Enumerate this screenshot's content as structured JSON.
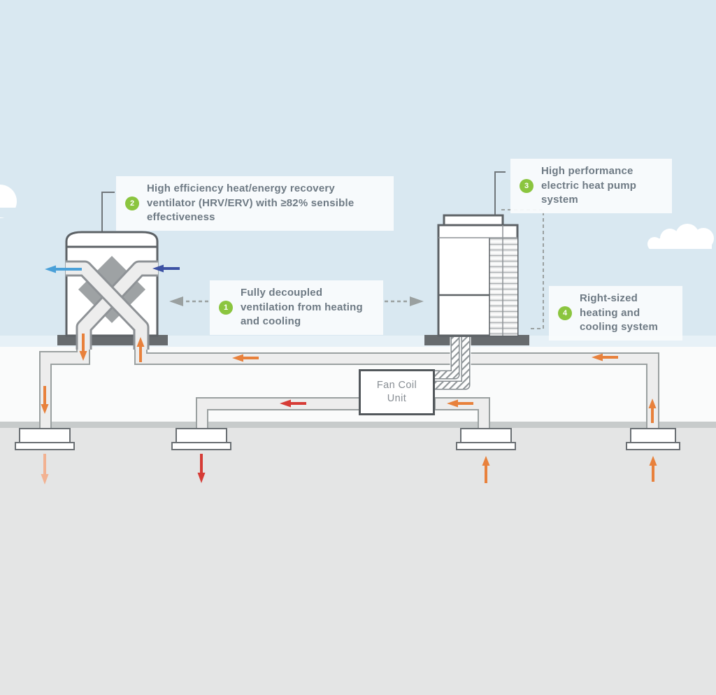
{
  "callouts": [
    {
      "number": "1",
      "text": "Fully decoupled ventilation from heating and cooling"
    },
    {
      "number": "2",
      "text": "High efficiency heat/energy recovery ventilator (HRV/ERV) with ≥82% sensible effectiveness"
    },
    {
      "number": "3",
      "text": "High performance electric heat pump system"
    },
    {
      "number": "4",
      "text": "Right-sized heating and cooling system"
    }
  ],
  "equipment": {
    "fan_coil_unit": "Fan Coil Unit"
  },
  "colors": {
    "sky": "#d9e8f1",
    "roof_band": "#fafbfb",
    "ceiling_band": "#c7cbcb",
    "room": "#e4e5e5",
    "duct_fill": "#ededed",
    "duct_outline": "#9aa0a0",
    "equipment_outline": "#5d6266",
    "base_slab": "#676b6e",
    "exchanger_diamond": "#9ea2a4",
    "badge_green": "#8bc53f",
    "label_text": "#6e7a84",
    "arrow_orange": "#e8813c",
    "arrow_faded_orange": "#f2b292",
    "arrow_red": "#d63c36",
    "arrow_blue": "#4aa0d8",
    "arrow_dark_blue": "#3d52a4",
    "connector_gray": "#9aa0a0"
  }
}
